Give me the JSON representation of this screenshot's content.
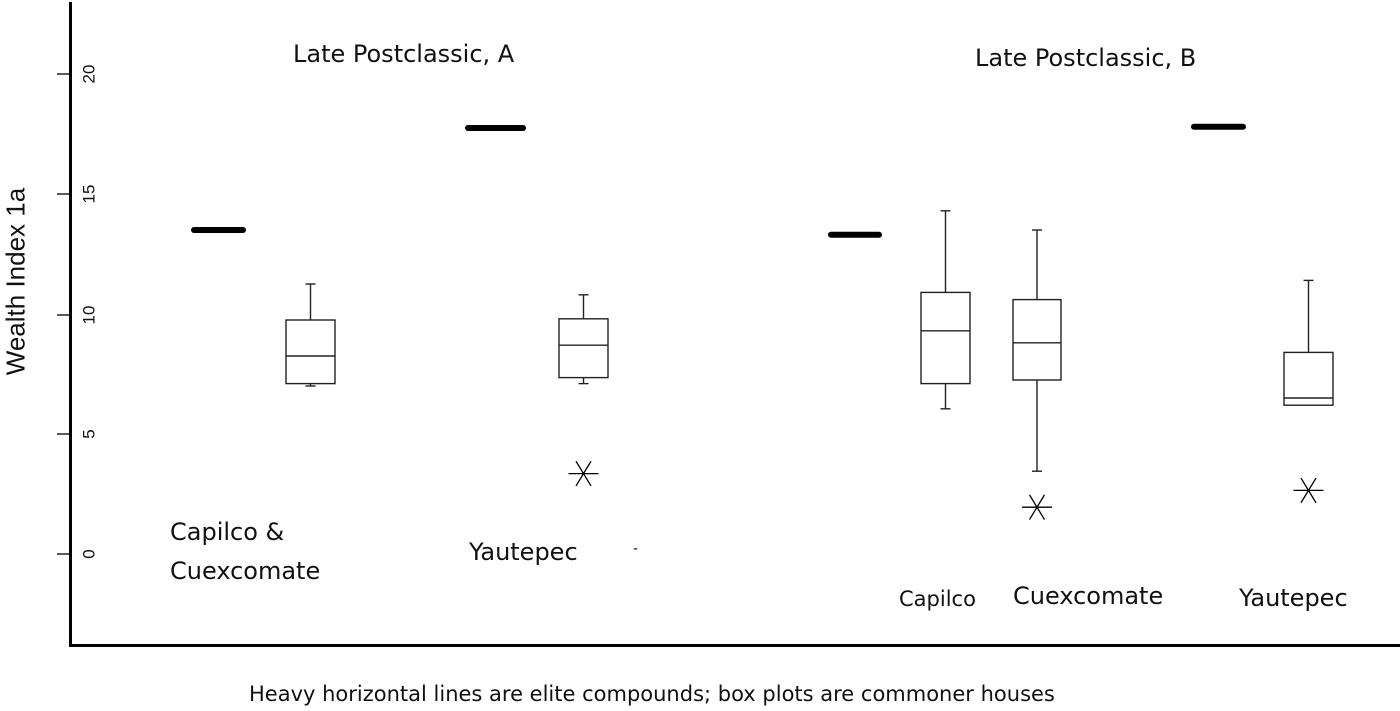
{
  "chart_data": {
    "type": "box",
    "title": "",
    "ylabel": "Wealth Index 1a",
    "xlabel": "Heavy horizontal lines are elite compounds; box plots are commoner houses",
    "ylim": [
      -3.7,
      22.9
    ],
    "yticks": [
      0,
      5,
      10,
      15,
      20
    ],
    "grid": false,
    "panels": [
      {
        "label": "Late Postclassic, A",
        "groups": [
          {
            "name": "Capilco & Cuexcomate",
            "elite": 13.5,
            "box": {
              "whisker_low": 7.0,
              "q1": 7.1,
              "median": 8.25,
              "q3": 9.75,
              "whisker_high": 11.25,
              "outliers": []
            }
          },
          {
            "name": "Yautepec",
            "elite": 17.75,
            "box": {
              "whisker_low": 7.1,
              "q1": 7.35,
              "median": 8.7,
              "q3": 9.8,
              "whisker_high": 10.8,
              "outliers": [
                3.35
              ]
            }
          }
        ]
      },
      {
        "label": "Late Postclassic, B",
        "groups": [
          {
            "name": "Capilco",
            "elite": 13.3,
            "box": {
              "whisker_low": 6.05,
              "q1": 7.1,
              "median": 9.3,
              "q3": 10.9,
              "whisker_high": 14.3,
              "outliers": []
            }
          },
          {
            "name": "Cuexcomate",
            "elite": null,
            "box": {
              "whisker_low": 3.45,
              "q1": 7.25,
              "median": 8.8,
              "q3": 10.6,
              "whisker_high": 13.5,
              "outliers": [
                1.95
              ]
            }
          },
          {
            "name": "Yautepec",
            "elite": 17.8,
            "box": {
              "whisker_low": 6.2,
              "q1": 6.2,
              "median": 6.5,
              "q3": 8.4,
              "whisker_high": 11.4,
              "outliers": [
                2.65
              ]
            }
          }
        ]
      }
    ]
  },
  "labels": {
    "panel_a": "Late Postclassic, A",
    "panel_b": "Late Postclassic, B",
    "a_group1_line1": "Capilco &",
    "a_group1_line2": "Cuexcomate",
    "a_group2": "Yautepec",
    "a_dash": "-",
    "b_group1": "Capilco",
    "b_group2": "Cuexcomate",
    "b_group3": "Yautepec",
    "ylabel": "Wealth Index 1a",
    "caption": "Heavy horizontal lines are elite compounds; box plots are commoner houses",
    "ticks": [
      "0",
      "5",
      "10",
      "15",
      "20"
    ]
  }
}
